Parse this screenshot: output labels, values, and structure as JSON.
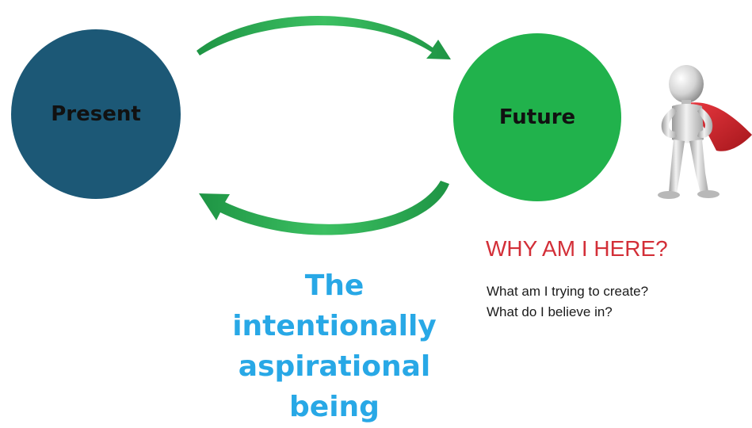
{
  "diagram": {
    "present_label": "Present",
    "future_label": "Future",
    "heading": "WHY AM I HERE?",
    "questions": [
      "What am I trying to create?",
      "What do I believe in?"
    ],
    "tagline_lines": [
      "The",
      "intentionally",
      "aspirational",
      "being"
    ],
    "hero_icon": "superhero-figure-icon",
    "colors": {
      "present_circle": "#1c5876",
      "future_circle": "#21b24c",
      "arrow": "#22a84a",
      "heading": "#d32f38",
      "tagline": "#28a8e6",
      "cape": "#d9252d"
    }
  }
}
